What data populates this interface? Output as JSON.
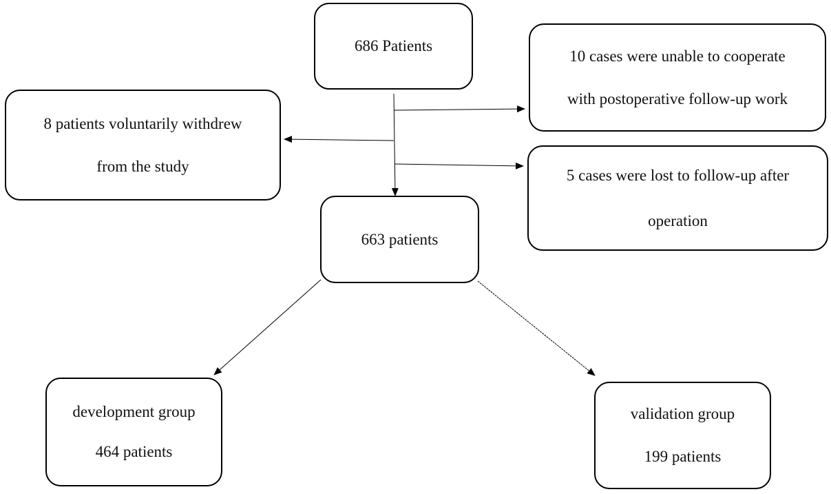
{
  "flowchart": {
    "total": {
      "text": "686 Patients"
    },
    "withdrew": {
      "line1": "8 patients voluntarily withdrew",
      "line2": "from the study"
    },
    "uncooperative": {
      "line1": "10 cases were unable to cooperate",
      "line2": "with postoperative follow-up work"
    },
    "lost": {
      "line1": "5 cases were lost to follow-up after",
      "line2": "operation"
    },
    "remaining": {
      "text": "663 patients"
    },
    "development": {
      "line1": "development group",
      "line2": "464 patients"
    },
    "validation": {
      "line1": "validation group",
      "line2": "199 patients"
    }
  },
  "colors": {
    "stroke": "#000000",
    "background": "#ffffff",
    "text": "#111111"
  }
}
